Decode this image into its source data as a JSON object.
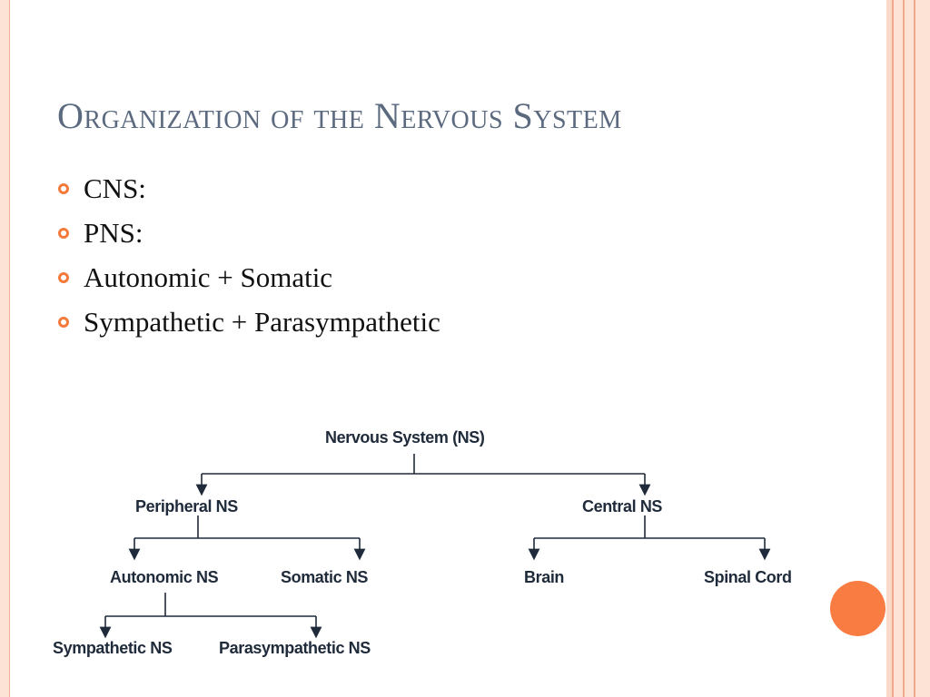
{
  "slide": {
    "title": "Organization of the Nervous System",
    "bullets": [
      "CNS:",
      "PNS:",
      "Autonomic + Somatic",
      "Sympathetic + Parasympathetic"
    ]
  },
  "tree": {
    "root": "Nervous System (NS)",
    "peripheral": "Peripheral NS",
    "central": "Central NS",
    "autonomic": "Autonomic NS",
    "somatic": "Somatic NS",
    "brain": "Brain",
    "spinal_cord": "Spinal Cord",
    "sympathetic": "Sympathetic NS",
    "parasympathetic": "Parasympathetic NS"
  },
  "colors": {
    "accent": "#f97c42",
    "title": "#5b6a7f",
    "bullet_marker": "#f47a3c"
  }
}
